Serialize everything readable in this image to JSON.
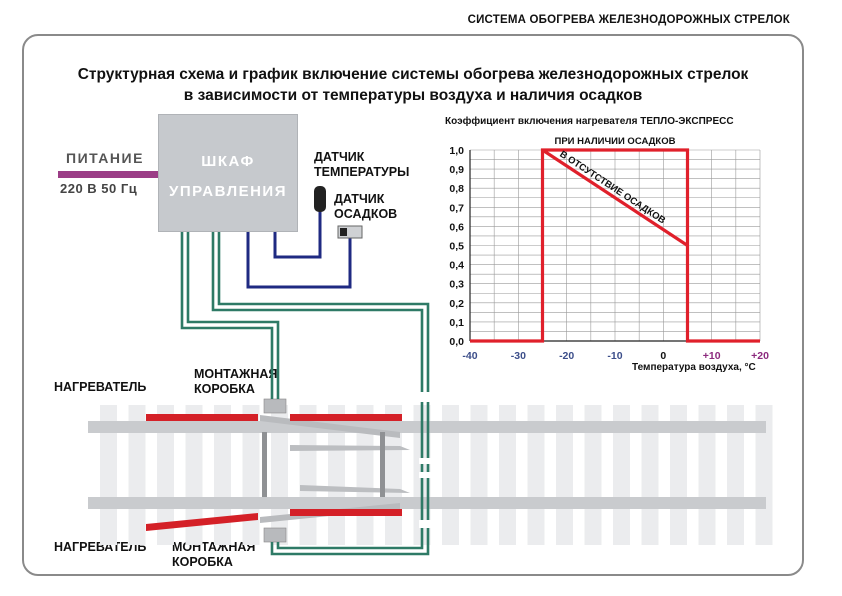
{
  "header": {
    "label": "СИСТЕМА ОБОГРЕВА ЖЕЛЕЗНОДОРОЖНЫХ СТРЕЛОК"
  },
  "title": {
    "line1": "Структурная схема и график включение системы обогрева железнодорожных стрелок",
    "line2": "в зависимости от температуры воздуха и наличия осадков"
  },
  "power": {
    "label": "ПИТАНИЕ",
    "voltage": "220 В  50 Гц",
    "bar_color": "#9b3d86"
  },
  "cabinet": {
    "line1": "ШКАФ",
    "line2": "УПРАВЛЕНИЯ"
  },
  "sensors": {
    "temp_line1": "ДАТЧИК",
    "temp_line2": "ТЕМПЕРАТУРЫ",
    "precip_line1": "ДАТЧИК",
    "precip_line2": "ОСАДКОВ"
  },
  "labels": {
    "heater_top": "НАГРЕВАТЕЛЬ",
    "box_top_line1": "МОНТАЖНАЯ",
    "box_top_line2": "КОРОБКА",
    "heater_bottom": "НАГРЕВАТЕЛЬ",
    "box_bottom_line1": "МОНТАЖНАЯ",
    "box_bottom_line2": "КОРОБКА"
  },
  "colors": {
    "heater": "#d42027",
    "sensor_cable": "#1f2a82",
    "heater_cable": "#2e7a66",
    "chart_line": "#e0202b",
    "axis_negative": "#3c4e8a",
    "axis_positive": "#8c2a7e",
    "cabinet": "#c6c9cd"
  },
  "chart_data": {
    "type": "line",
    "title": "Коэффициент включения нагревателя ТЕПЛО-ЭКСПРЕСС",
    "xlabel": "Температура воздуха, °С",
    "ylabel": "",
    "x_ticks": [
      "-40",
      "-30",
      "-20",
      "-10",
      "0",
      "+10",
      "+20"
    ],
    "y_ticks": [
      "0,0",
      "0,1",
      "0,2",
      "0,3",
      "0,4",
      "0,5",
      "0,6",
      "0,7",
      "0,8",
      "0,9",
      "1,0"
    ],
    "xlim": [
      -40,
      20
    ],
    "ylim": [
      0,
      1.0
    ],
    "grid": true,
    "series": [
      {
        "name": "ПРИ НАЛИЧИИ ОСАДКОВ",
        "x": [
          -40,
          -25,
          -25,
          5,
          5,
          20
        ],
        "y": [
          0,
          0,
          1.0,
          1.0,
          0,
          0
        ]
      },
      {
        "name": "В ОТСУТСТВИЕ ОСАДКОВ",
        "x": [
          -25,
          5
        ],
        "y": [
          1.0,
          0.5
        ]
      }
    ]
  }
}
